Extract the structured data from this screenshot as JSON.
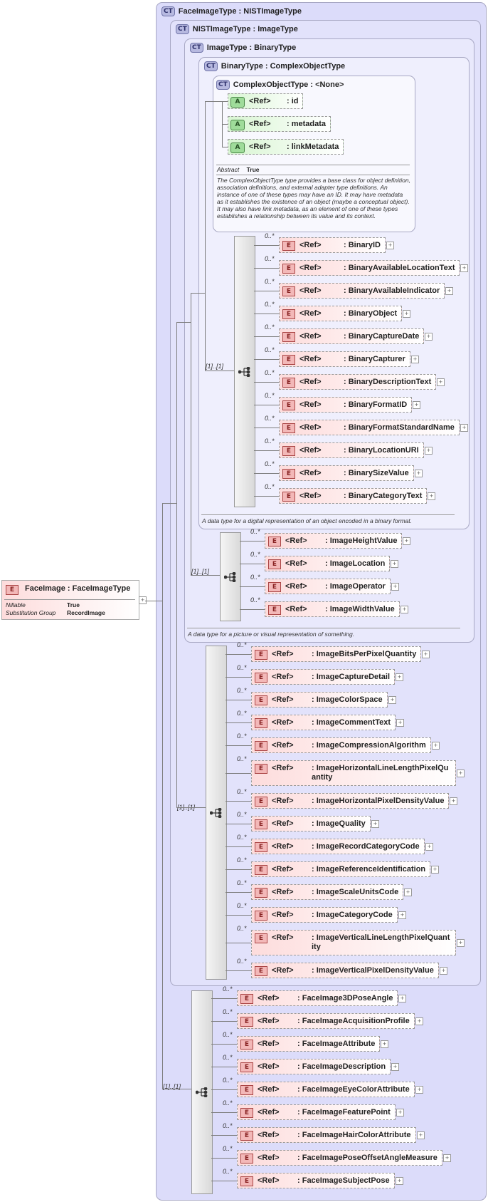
{
  "root": {
    "name": "FaceImage",
    "type": "FaceImageType",
    "props": [
      {
        "key": "Nillable",
        "value": "True"
      },
      {
        "key": "Substitution Group",
        "value": "RecordImage"
      }
    ],
    "badge": "E"
  },
  "complex_types": {
    "faceimagetype": {
      "badge": "CT",
      "title": "FaceImageType : NISTImageType"
    },
    "nistimagetype": {
      "badge": "CT",
      "title": "NISTImageType : ImageType"
    },
    "imagetype": {
      "badge": "CT",
      "title": "ImageType : BinaryType",
      "desc": "A data type for a picture or visual representation of something."
    },
    "binarytype": {
      "badge": "CT",
      "title": "BinaryType : ComplexObjectType",
      "desc": "A data type for a digital representation of an object encoded in a binary format."
    },
    "complexobjecttype": {
      "badge": "CT",
      "title": "ComplexObjectType : <None>",
      "abstract_label": "Abstract",
      "abstract_value": "True",
      "desc": "The ComplexObjectType type provides a base class for object definition, association definitions, and external adapter type definitions. An instance of one of these types may have an ID. It may have metadata as it establishes the existence of an object (maybe a conceptual object). It may also have link metadata, as an element of one of these types establishes a relationship between its value and its context."
    }
  },
  "attributes": [
    {
      "badge": "A",
      "ref": "<Ref>",
      "name": ": id"
    },
    {
      "badge": "A",
      "ref": "<Ref>",
      "name": ": metadata"
    },
    {
      "badge": "A",
      "ref": "<Ref>",
      "name": ": linkMetadata"
    }
  ],
  "sequences": {
    "binary": {
      "mult": "[1]..[1]",
      "elements": [
        {
          "mult": "0..*",
          "ref": "<Ref>",
          "name": ": BinaryID"
        },
        {
          "mult": "0..*",
          "ref": "<Ref>",
          "name": ": BinaryAvailableLocationText"
        },
        {
          "mult": "0..*",
          "ref": "<Ref>",
          "name": ": BinaryAvailableIndicator"
        },
        {
          "mult": "0..*",
          "ref": "<Ref>",
          "name": ": BinaryObject"
        },
        {
          "mult": "0..*",
          "ref": "<Ref>",
          "name": ": BinaryCaptureDate"
        },
        {
          "mult": "0..*",
          "ref": "<Ref>",
          "name": ": BinaryCapturer"
        },
        {
          "mult": "0..*",
          "ref": "<Ref>",
          "name": ": BinaryDescriptionText"
        },
        {
          "mult": "0..*",
          "ref": "<Ref>",
          "name": ": BinaryFormatID"
        },
        {
          "mult": "0..*",
          "ref": "<Ref>",
          "name": ": BinaryFormatStandardName"
        },
        {
          "mult": "0..*",
          "ref": "<Ref>",
          "name": ": BinaryLocationURI"
        },
        {
          "mult": "0..*",
          "ref": "<Ref>",
          "name": ": BinarySizeValue"
        },
        {
          "mult": "0..*",
          "ref": "<Ref>",
          "name": ": BinaryCategoryText"
        }
      ]
    },
    "image": {
      "mult": "[1]..[1]",
      "elements": [
        {
          "mult": "0..*",
          "ref": "<Ref>",
          "name": ": ImageHeightValue"
        },
        {
          "mult": "0..*",
          "ref": "<Ref>",
          "name": ": ImageLocation"
        },
        {
          "mult": "0..*",
          "ref": "<Ref>",
          "name": ": ImageOperator"
        },
        {
          "mult": "0..*",
          "ref": "<Ref>",
          "name": ": ImageWidthValue"
        }
      ]
    },
    "nist": {
      "mult": "[1]..[1]",
      "elements": [
        {
          "mult": "0..*",
          "ref": "<Ref>",
          "name": ": ImageBitsPerPixelQuantity"
        },
        {
          "mult": "0..*",
          "ref": "<Ref>",
          "name": ": ImageCaptureDetail"
        },
        {
          "mult": "0..*",
          "ref": "<Ref>",
          "name": ": ImageColorSpace"
        },
        {
          "mult": "0..*",
          "ref": "<Ref>",
          "name": ": ImageCommentText"
        },
        {
          "mult": "0..*",
          "ref": "<Ref>",
          "name": ": ImageCompressionAlgorithm"
        },
        {
          "mult": "0..*",
          "ref": "<Ref>",
          "name": ": ImageHorizontalLineLengthPixelQuantity"
        },
        {
          "mult": "0..*",
          "ref": "<Ref>",
          "name": ": ImageHorizontalPixelDensityValue"
        },
        {
          "mult": "0..*",
          "ref": "<Ref>",
          "name": ": ImageQuality"
        },
        {
          "mult": "0..*",
          "ref": "<Ref>",
          "name": ": ImageRecordCategoryCode"
        },
        {
          "mult": "0..*",
          "ref": "<Ref>",
          "name": ": ImageReferenceIdentification"
        },
        {
          "mult": "0..*",
          "ref": "<Ref>",
          "name": ": ImageScaleUnitsCode"
        },
        {
          "mult": "0..*",
          "ref": "<Ref>",
          "name": ": ImageCategoryCode"
        },
        {
          "mult": "0..*",
          "ref": "<Ref>",
          "name": ": ImageVerticalLineLengthPixelQuantity"
        },
        {
          "mult": "0..*",
          "ref": "<Ref>",
          "name": ": ImageVerticalPixelDensityValue"
        }
      ]
    },
    "face": {
      "mult": "[1]..[1]",
      "elements": [
        {
          "mult": "0..*",
          "ref": "<Ref>",
          "name": ": FaceImage3DPoseAngle"
        },
        {
          "mult": "0..*",
          "ref": "<Ref>",
          "name": ": FaceImageAcquisitionProfile"
        },
        {
          "mult": "0..*",
          "ref": "<Ref>",
          "name": ": FaceImageAttribute"
        },
        {
          "mult": "0..*",
          "ref": "<Ref>",
          "name": ": FaceImageDescription"
        },
        {
          "mult": "0..*",
          "ref": "<Ref>",
          "name": ": FaceImageEyeColorAttribute"
        },
        {
          "mult": "0..*",
          "ref": "<Ref>",
          "name": ": FaceImageFeaturePoint"
        },
        {
          "mult": "0..*",
          "ref": "<Ref>",
          "name": ": FaceImageHairColorAttribute"
        },
        {
          "mult": "0..*",
          "ref": "<Ref>",
          "name": ": FaceImagePoseOffsetAngleMeasure"
        },
        {
          "mult": "0..*",
          "ref": "<Ref>",
          "name": ": FaceImageSubjectPose"
        }
      ]
    }
  },
  "colors": {
    "ct_fill": "#dcdcfa",
    "element_fill": "#fddcdc",
    "attribute_fill": "#d8f5d2"
  }
}
